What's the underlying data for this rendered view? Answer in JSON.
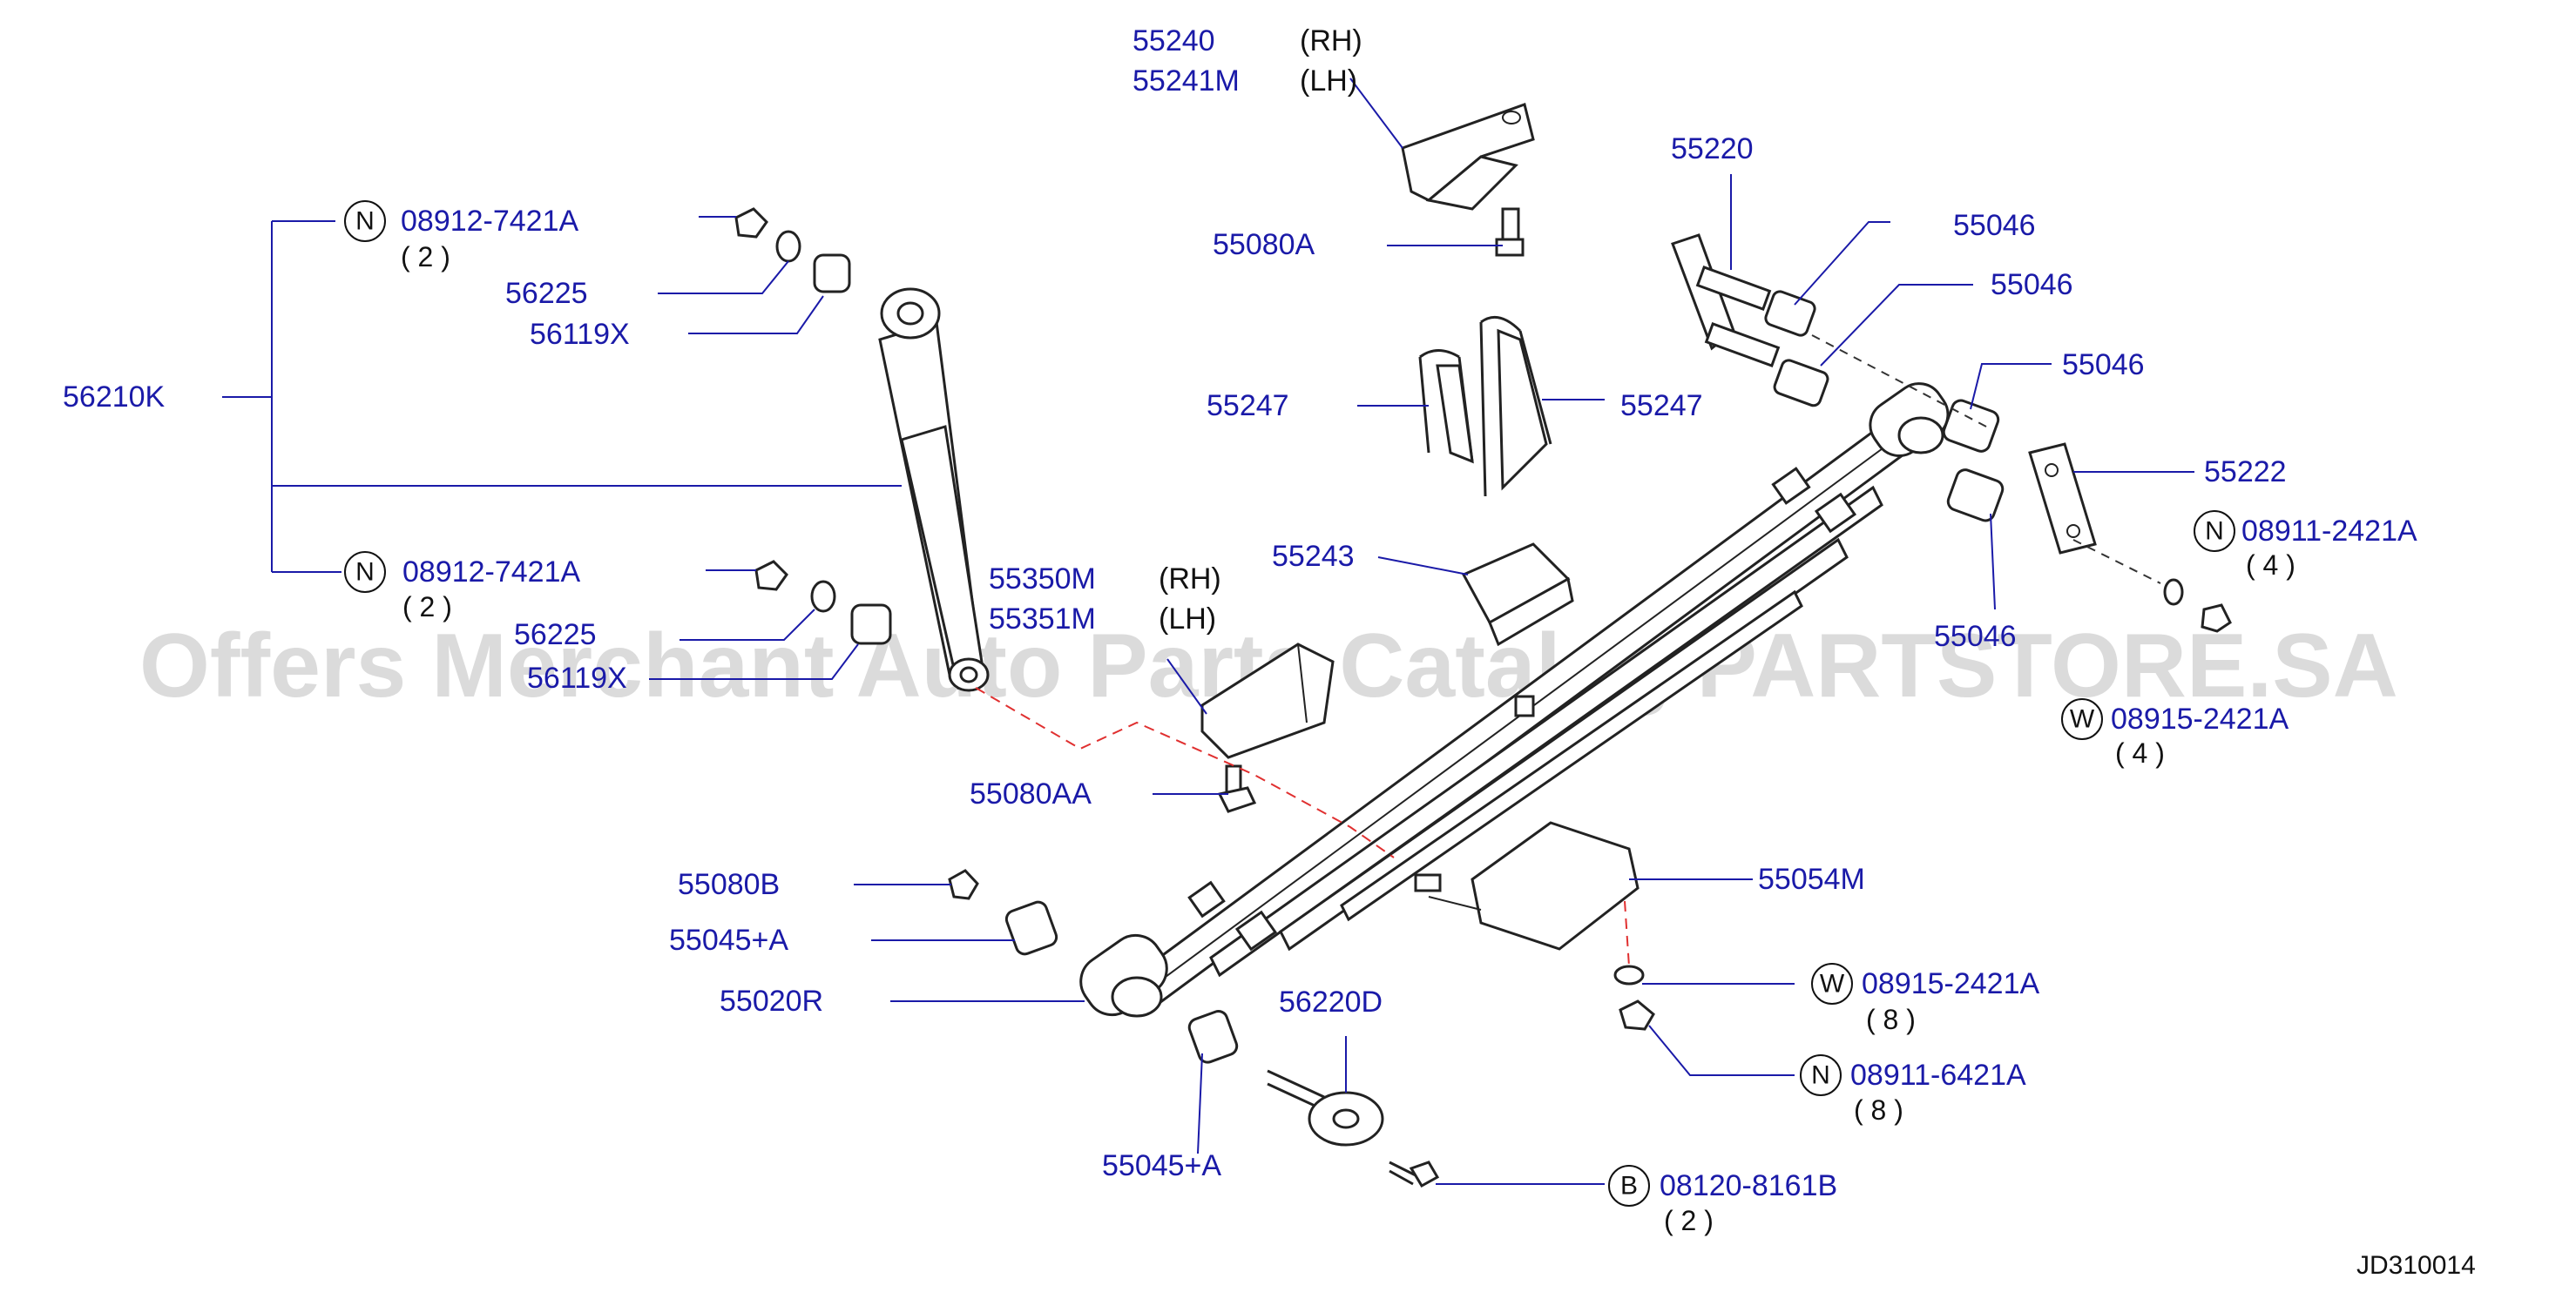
{
  "diagram_code": "JD310014",
  "watermark": "Offers Merchant Auto Parts Catalog PARTSTORE.SA",
  "colors": {
    "label": "#1a1aa8",
    "leader": "#1a1aa8",
    "dash": "#e03030",
    "watermark": "#bdbdbd"
  },
  "labels": {
    "l55240": "55240",
    "rh1": "(RH)",
    "l55241m": "55241M",
    "lh1": "(LH)",
    "l55080a": "55080A",
    "l55220": "55220",
    "l55046a": "55046",
    "l55046b": "55046",
    "l55046c": "55046",
    "l55046d": "55046",
    "l55222": "55222",
    "l08911_2421a": "08911-2421A",
    "q_4a": "( 4 )",
    "l08915_2421a_top": "08915-2421A",
    "q_4b": "( 4 )",
    "l08912_a": "08912-7421A",
    "q_2a": "( 2 )",
    "l56225a": "56225",
    "l56119xa": "56119X",
    "l56210k": "56210K",
    "l55247a": "55247",
    "l55247b": "55247",
    "l55243": "55243",
    "l08912_b": "08912-7421A",
    "q_2b": "( 2 )",
    "l56225b": "56225",
    "l56119xb": "56119X",
    "l55350m": "55350M",
    "rh2": "(RH)",
    "l55351m": "55351M",
    "lh2": "(LH)",
    "l55080aa": "55080AA",
    "l55080b": "55080B",
    "l55045a": "55045+A",
    "l55020r": "55020R",
    "l55054m": "55054M",
    "l08915_2421a_bot": "08915-2421A",
    "q_8a": "( 8 )",
    "l08911_6421a": "08911-6421A",
    "q_8b": "( 8 )",
    "l56220d": "56220D",
    "l55045b": "55045+A",
    "l08120_8161b": "08120-8161B",
    "q_2c": "( 2 )"
  },
  "circle_letters": {
    "n_top_right": "N",
    "w_top_right": "W",
    "n_shock_top": "N",
    "n_shock_bot": "N",
    "w_bot": "W",
    "n_bot": "N",
    "b_bot": "B"
  }
}
